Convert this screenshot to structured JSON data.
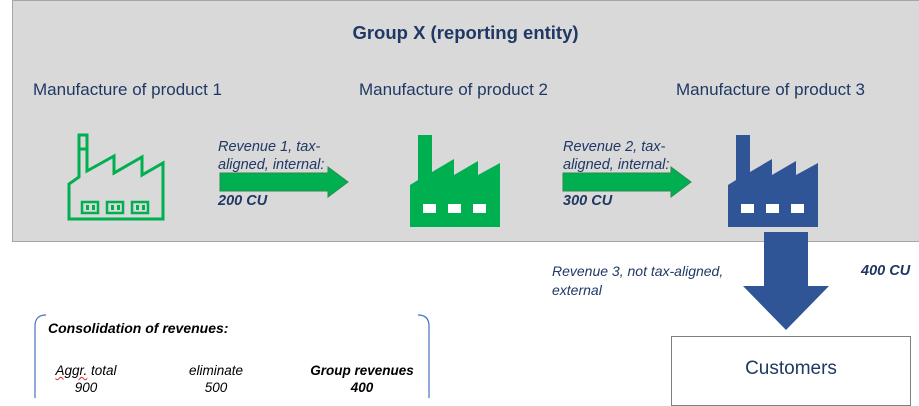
{
  "group": {
    "title": "Group X (reporting entity)"
  },
  "stages": [
    {
      "label": "Manufacture of product 1",
      "icon": "factory-outline-icon",
      "color": "#00b050"
    },
    {
      "label": "Manufacture of product 2",
      "icon": "factory-filled-icon",
      "color": "#00b050"
    },
    {
      "label": "Manufacture of product 3",
      "icon": "factory-filled-icon",
      "color": "#2f5597"
    }
  ],
  "flows": [
    {
      "line1": "Revenue 1, tax-",
      "line2": "aligned, internal:",
      "amount": "200 CU"
    },
    {
      "line1": "Revenue 2, tax-",
      "line2": "aligned, internal:",
      "amount": "300 CU"
    }
  ],
  "external": {
    "line1": "Revenue 3, not tax-aligned,",
    "line2": "external",
    "amount": "400 CU"
  },
  "consolidation": {
    "title": "Consolidation of revenues:",
    "aggr_label": "Aggr.",
    "aggr_label_rest": " total",
    "aggr_value": "900",
    "eliminate_label": "eliminate",
    "eliminate_value": "500",
    "group_label": "Group revenues",
    "group_value": "400"
  },
  "customers": {
    "label": "Customers"
  },
  "colors": {
    "green": "#00b050",
    "blue": "#2f5597",
    "navy_text": "#1f3864",
    "panel": "#d9d9d9"
  }
}
